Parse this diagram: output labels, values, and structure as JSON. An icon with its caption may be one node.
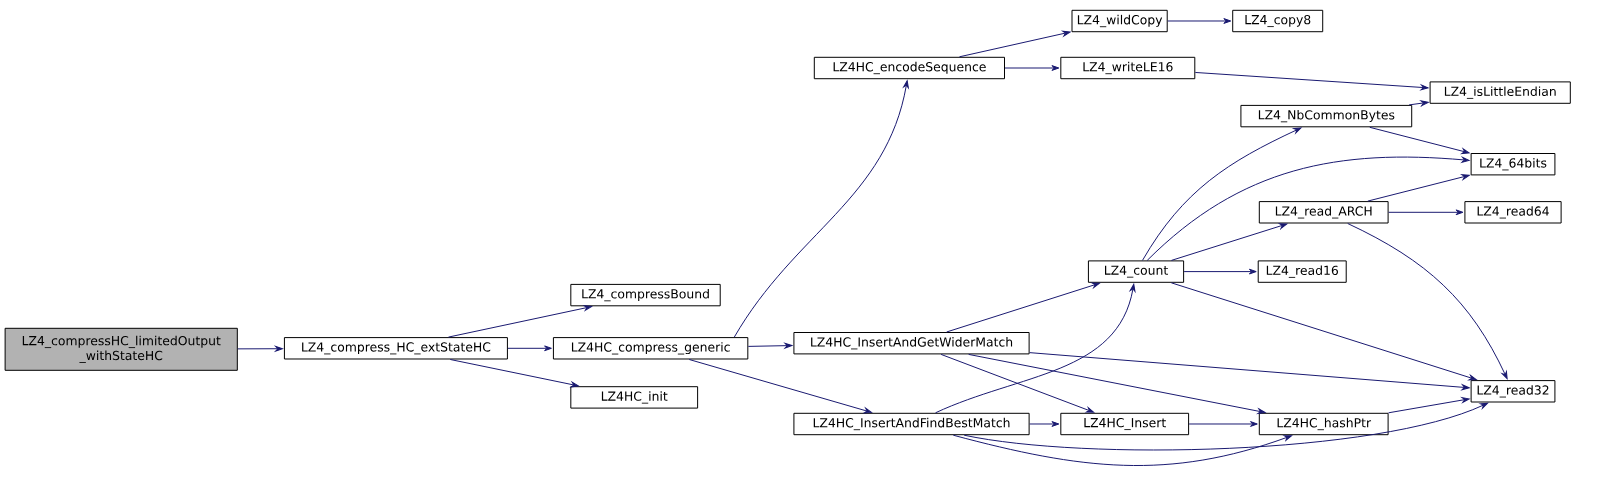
{
  "diagram": {
    "nodes": [
      {
        "text": [
          "LZ4_compressHC_limitedOutput _withStateHC"
        ]
      },
      {
        "text": [
          "LZ4_compress_HC_extStateHC"
        ]
      },
      {
        "text": [
          "LZ4_compressBound"
        ]
      },
      {
        "text": [
          "LZ4HC_compress_generic"
        ]
      },
      {
        "text": [
          "LZ4HC_init"
        ]
      },
      {
        "text": [
          "LZ4HC_encodeSequence"
        ]
      },
      {
        "text": [
          "LZ4_wildCopy"
        ]
      },
      {
        "text": [
          "LZ4_copy8"
        ]
      },
      {
        "text": [
          "LZ4_writeLE16"
        ]
      },
      {
        "text": [
          "LZ4_isLittleEndian"
        ]
      },
      {
        "text": [
          "LZ4_NbCommonBytes"
        ]
      },
      {
        "text": [
          "LZ4_64bits"
        ]
      },
      {
        "text": [
          "LZ4_read_ARCH"
        ]
      },
      {
        "text": [
          "LZ4_read64"
        ]
      },
      {
        "text": [
          "LZ4_count"
        ]
      },
      {
        "text": [
          "LZ4_read16"
        ]
      },
      {
        "text": [
          "LZ4HC_InsertAndGetWiderMatch"
        ]
      },
      {
        "text": [
          "LZ4_read32"
        ]
      },
      {
        "text": [
          "LZ4HC_InsertAndFindBestMatch"
        ]
      },
      {
        "text": [
          "LZ4HC_Insert"
        ]
      },
      {
        "text": [
          "LZ4HC_hashPtr"
        ]
      }
    ],
    "edges": [
      {
        "from": 0,
        "to": 1,
        "arrow": "to"
      },
      {
        "from": 1,
        "to": 2,
        "arrow": "to"
      },
      {
        "from": 1,
        "to": 3,
        "arrow": "to"
      },
      {
        "from": 1,
        "to": 4,
        "arrow": "to"
      },
      {
        "from": 3,
        "to": 5,
        "arrow": "to"
      },
      {
        "from": 3,
        "to": 16,
        "arrow": "to"
      },
      {
        "from": 3,
        "to": 18,
        "arrow": "to"
      },
      {
        "from": 5,
        "to": 6,
        "arrow": "to"
      },
      {
        "from": 5,
        "to": 8,
        "arrow": "to"
      },
      {
        "from": 6,
        "to": 7,
        "arrow": "to"
      },
      {
        "from": 8,
        "to": 9,
        "arrow": "to"
      },
      {
        "from": 10,
        "to": 9,
        "arrow": "to"
      },
      {
        "from": 10,
        "to": 11,
        "arrow": "to"
      },
      {
        "from": 14,
        "to": 10,
        "arrow": "to"
      },
      {
        "from": 14,
        "to": 11,
        "arrow": "to"
      },
      {
        "from": 14,
        "to": 12,
        "arrow": "to"
      },
      {
        "from": 14,
        "to": 15,
        "arrow": "to"
      },
      {
        "from": 14,
        "to": 17,
        "arrow": "to"
      },
      {
        "from": 12,
        "to": 11,
        "arrow": "to"
      },
      {
        "from": 12,
        "to": 13,
        "arrow": "to"
      },
      {
        "from": 12,
        "to": 17,
        "arrow": "to"
      },
      {
        "from": 16,
        "to": 14,
        "arrow": "to"
      },
      {
        "from": 16,
        "to": 17,
        "arrow": "to"
      },
      {
        "from": 16,
        "to": 19,
        "arrow": "to"
      },
      {
        "from": 16,
        "to": 20,
        "arrow": "to"
      },
      {
        "from": 18,
        "to": 14,
        "arrow": "to"
      },
      {
        "from": 18,
        "to": 19,
        "arrow": "to"
      },
      {
        "from": 18,
        "to": 20,
        "arrow": "to"
      },
      {
        "from": 18,
        "to": 17,
        "arrow": "to"
      },
      {
        "from": 19,
        "to": 20,
        "arrow": "to"
      },
      {
        "from": 20,
        "to": 17,
        "arrow": "to"
      }
    ]
  }
}
